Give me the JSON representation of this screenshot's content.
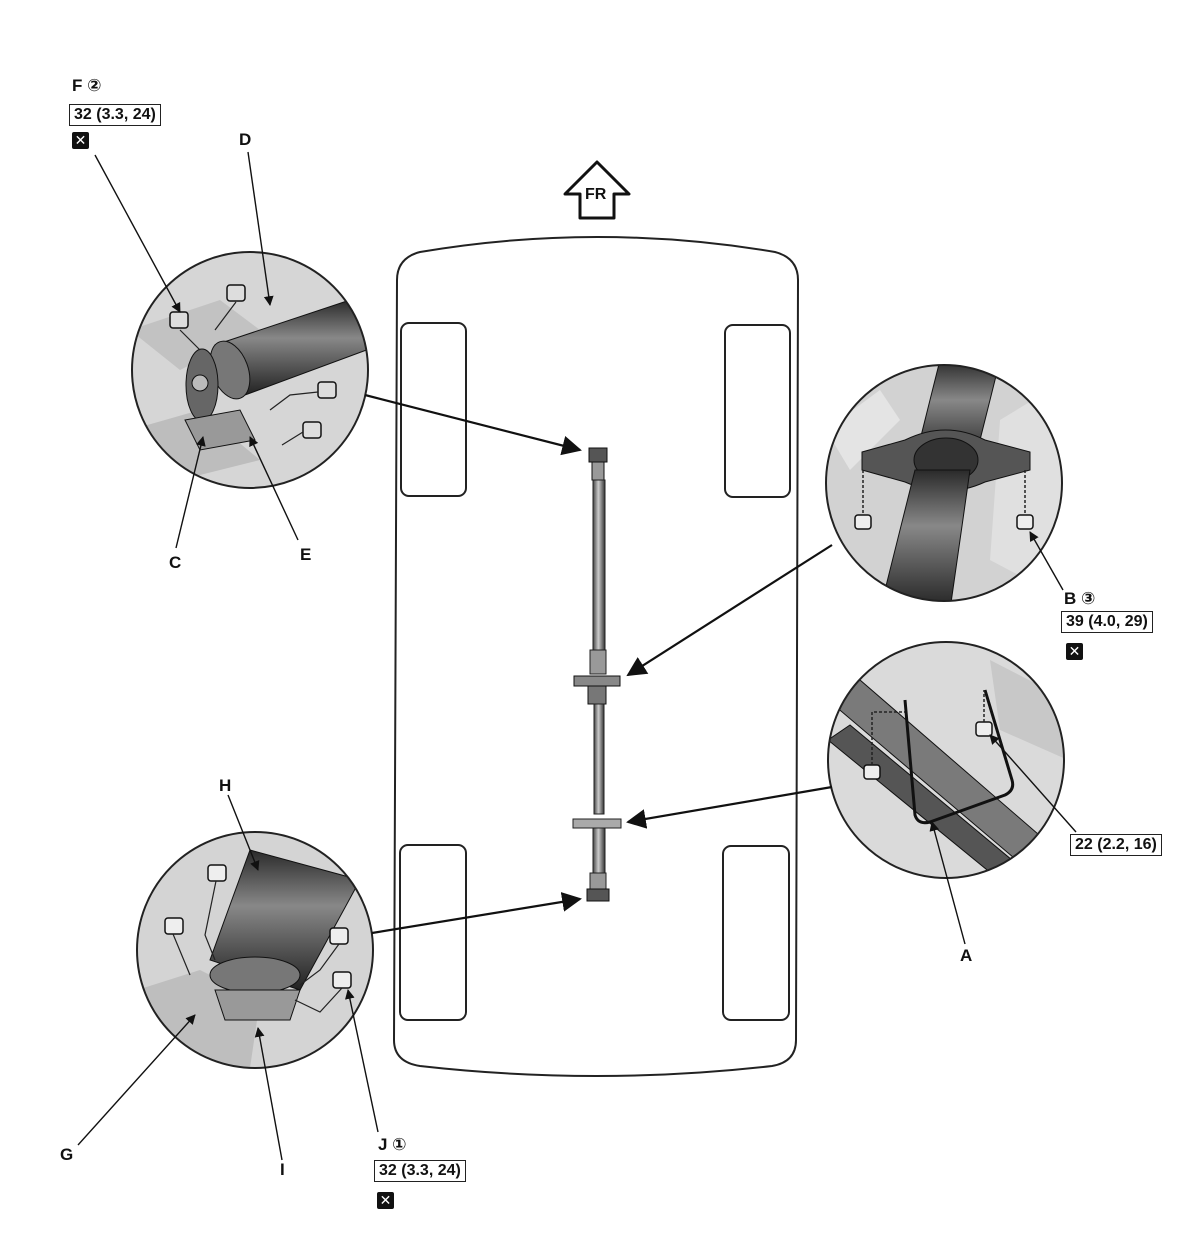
{
  "front_marker": {
    "text": "FR"
  },
  "callouts": {
    "A": "A",
    "C": "C",
    "D": "D",
    "E": "E",
    "G": "G",
    "H": "H",
    "I": "I",
    "F": "F ②",
    "B": "B ③",
    "J": "J ①"
  },
  "torques": {
    "F": "32 (3.3, 24)",
    "B": "39 (4.0, 29)",
    "J": "32 (3.3, 24)",
    "bracket": "22 (2.2, 16)"
  },
  "icons": {
    "replace": "replace-part-icon",
    "glyph": "✕"
  }
}
